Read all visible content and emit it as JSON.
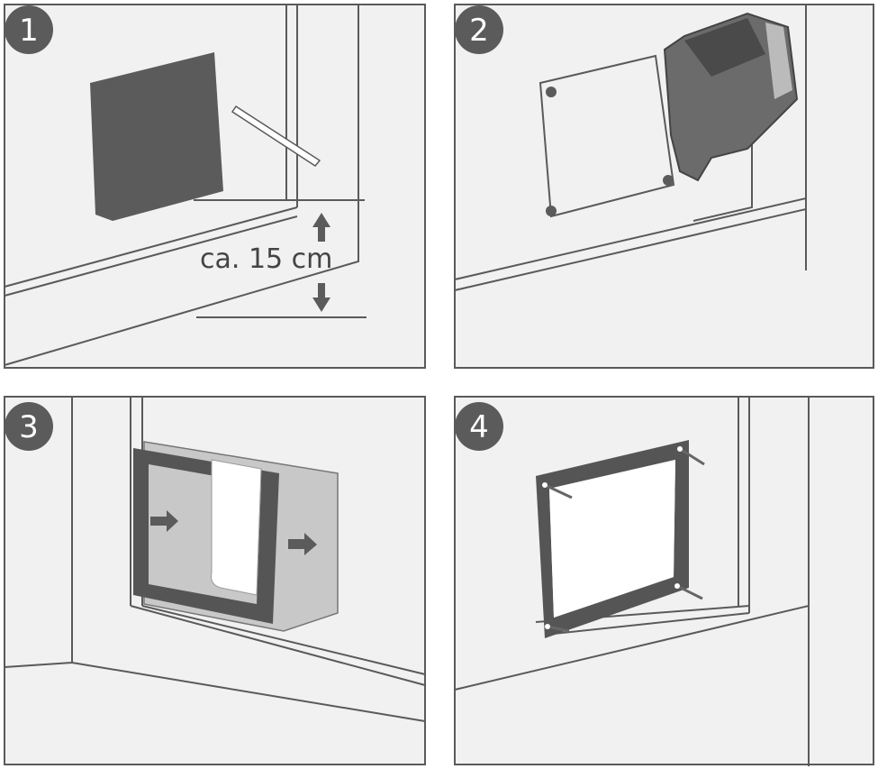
{
  "steps": [
    {
      "number": "1",
      "label": "ca. 15 cm"
    },
    {
      "number": "2"
    },
    {
      "number": "3"
    },
    {
      "number": "4"
    }
  ],
  "colors": {
    "line": "#5a5a5a",
    "wall": "#f1f1f1",
    "template": "#5b5b5b"
  }
}
